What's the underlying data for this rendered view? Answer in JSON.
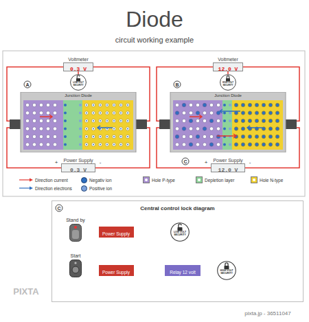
{
  "diagram": {
    "title": "Diode",
    "nodes": [
      {
        "text": [
          "Voltmeter",
          "0.3 V"
        ]
      },
      {
        "text": [
          "LOW VOLT SECURITY"
        ]
      },
      {
        "text": [
          "Junction Diode"
        ]
      },
      {
        "text": [
          "Power Supply",
          "0.3 V"
        ]
      },
      {
        "text": [
          "Voltmeter",
          "12.0 V"
        ]
      },
      {
        "text": [
          "HIGH VOLT SECURITY"
        ]
      },
      {
        "text": [
          "Junction Diode"
        ]
      },
      {
        "text": [
          "Power Supply",
          "12.0 V"
        ]
      },
      {
        "text": [
          "Central control lock diagram"
        ]
      },
      {
        "text": [
          "Stand by"
        ],
        "in": 8
      },
      {
        "text": [
          "Power Supply"
        ],
        "in": 8
      },
      {
        "text": [
          "LOW VOLT SECURITY"
        ],
        "in": 8
      },
      {
        "text": [
          "Start"
        ],
        "in": 8
      },
      {
        "text": [
          "Power Supply"
        ],
        "in": 8
      },
      {
        "text": [
          "Relay 12 volt"
        ],
        "in": 8
      },
      {
        "text": [
          "HIGH VOLT SECURITY"
        ],
        "in": 8
      }
    ],
    "edges": [
      {
        "from": 0,
        "to": 1,
        "arrow": "none"
      },
      {
        "from": 0,
        "to": 2,
        "arrow": "none"
      },
      {
        "from": 0,
        "to": 2,
        "arrow": "none"
      },
      {
        "from": 3,
        "to": 2,
        "arrow": "none"
      },
      {
        "from": 3,
        "to": 2,
        "arrow": "none"
      },
      {
        "from": 4,
        "to": 5,
        "arrow": "none"
      },
      {
        "from": 4,
        "to": 6,
        "arrow": "none"
      },
      {
        "from": 4,
        "to": 6,
        "arrow": "none"
      },
      {
        "from": 7,
        "to": 6,
        "arrow": "none"
      },
      {
        "from": 7,
        "to": 6,
        "arrow": "none"
      },
      {
        "from": 9,
        "to": 10,
        "arrow": "to"
      },
      {
        "from": 10,
        "to": 11,
        "arrow": "to"
      },
      {
        "from": 12,
        "to": 13,
        "arrow": "to"
      },
      {
        "from": 13,
        "to": 14,
        "arrow": "to"
      },
      {
        "from": 14,
        "to": 15,
        "arrow": "to"
      },
      {
        "from": 12,
        "to": 9,
        "arrow": "to"
      },
      {
        "from": 9,
        "to": 12,
        "arrow": "to"
      }
    ],
    "labels": [
      "circuit working example",
      "A",
      "+",
      "-",
      "B",
      "+",
      "-",
      "C",
      "C",
      "PIXTA",
      "pixta.jp - 36511047"
    ],
    "legend": [
      {
        "text": "Direction current"
      },
      {
        "text": "Direction electrons"
      },
      {
        "text": "Negativ ion",
        "color": "#2f6fc0"
      },
      {
        "text": "Positive ion",
        "color": "#7fa3dc"
      },
      {
        "text": "Hole P-type",
        "color": "#a88fd0"
      },
      {
        "text": "Depletion layer",
        "color": "#8ed39a"
      },
      {
        "text": "Hole N-type",
        "color": "#f0d030"
      }
    ]
  }
}
